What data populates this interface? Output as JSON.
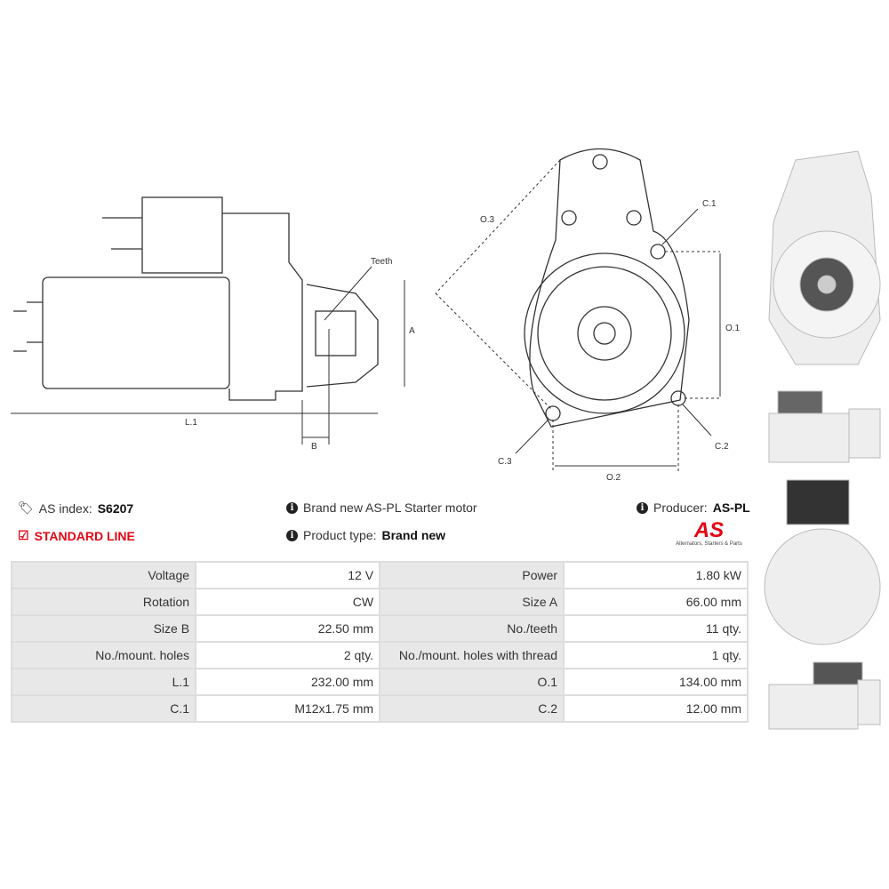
{
  "diagram_side": {
    "teeth": "Teeth",
    "a": "A",
    "l1": "L.1",
    "b": "B"
  },
  "diagram_front": {
    "o3": "O.3",
    "c1": "C.1",
    "o1": "O.1",
    "c2": "C.2",
    "c3": "C.3",
    "o2": "O.2"
  },
  "info": {
    "as_index_label": "AS index:",
    "as_index_value": "S6207",
    "line": "STANDARD LINE",
    "description": "Brand new AS-PL Starter motor",
    "product_type_label": "Product type:",
    "product_type_value": "Brand new",
    "producer_label": "Producer:",
    "producer_value": "AS-PL"
  },
  "logo": {
    "text": "AS",
    "tagline": "Alternators, Starters & Parts",
    "color": "#e30613"
  },
  "specs": [
    [
      "Voltage",
      "12 V",
      "Power",
      "1.80 kW"
    ],
    [
      "Rotation",
      "CW",
      "Size A",
      "66.00 mm"
    ],
    [
      "Size B",
      "22.50 mm",
      "No./teeth",
      "11 qty."
    ],
    [
      "No./mount. holes",
      "2 qty.",
      "No./mount. holes with thread",
      "1 qty."
    ],
    [
      "L.1",
      "232.00 mm",
      "O.1",
      "134.00 mm"
    ],
    [
      "C.1",
      "M12x1.75 mm",
      "C.2",
      "12.00 mm"
    ]
  ]
}
